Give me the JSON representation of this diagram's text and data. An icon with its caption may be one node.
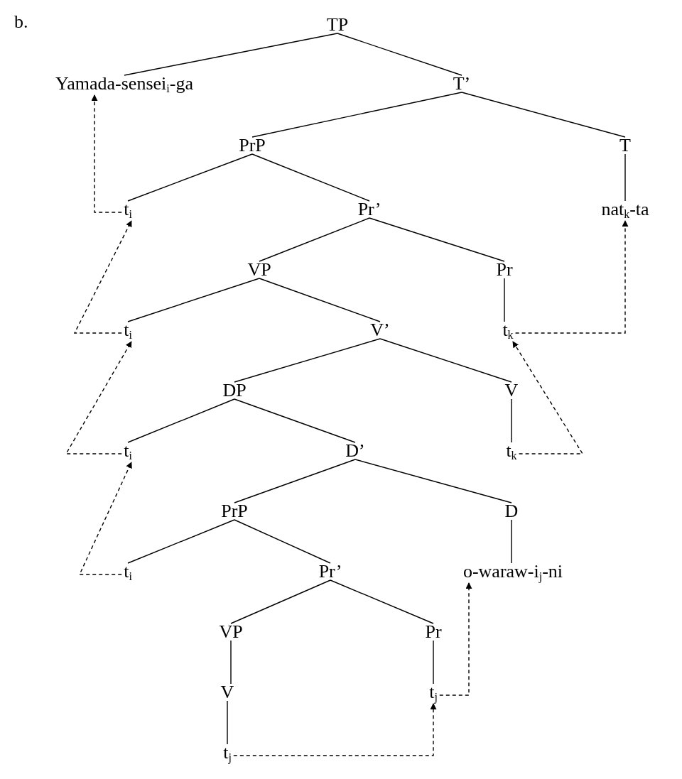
{
  "diagram": {
    "nodes": [
      {
        "text": [
          "TP"
        ]
      },
      {
        "text": [
          "Yamada-sensei$_{i}$-ga"
        ]
      },
      {
        "text": [
          "T’"
        ]
      },
      {
        "text": [
          "PrP"
        ]
      },
      {
        "text": [
          "T"
        ]
      },
      {
        "text": [
          "t$_{i}$"
        ]
      },
      {
        "text": [
          "Pr’"
        ]
      },
      {
        "text": [
          "nat$_{k}$-ta"
        ]
      },
      {
        "text": [
          "VP"
        ]
      },
      {
        "text": [
          "Pr"
        ]
      },
      {
        "text": [
          "t$_{i}$"
        ]
      },
      {
        "text": [
          "V’"
        ]
      },
      {
        "text": [
          "t$_{k}$"
        ]
      },
      {
        "text": [
          "DP"
        ]
      },
      {
        "text": [
          "V"
        ]
      },
      {
        "text": [
          "t$_{i}$"
        ]
      },
      {
        "text": [
          "D’"
        ]
      },
      {
        "text": [
          "t$_{k}$"
        ]
      },
      {
        "text": [
          "PrP"
        ]
      },
      {
        "text": [
          "D"
        ]
      },
      {
        "text": [
          "t$_{i}$"
        ]
      },
      {
        "text": [
          "Pr’"
        ]
      },
      {
        "text": [
          "o-waraw-i$_{j}$-ni"
        ]
      },
      {
        "text": [
          "VP"
        ]
      },
      {
        "text": [
          "Pr"
        ]
      },
      {
        "text": [
          "V"
        ]
      },
      {
        "text": [
          "t$_{j}$"
        ]
      },
      {
        "text": [
          "t$_{j}$"
        ]
      }
    ],
    "edges": [
      {
        "from": 0,
        "to": 1,
        "arrow": "none"
      },
      {
        "from": 0,
        "to": 2,
        "arrow": "none"
      },
      {
        "from": 2,
        "to": 3,
        "arrow": "none"
      },
      {
        "from": 2,
        "to": 4,
        "arrow": "none"
      },
      {
        "from": 3,
        "to": 5,
        "arrow": "none"
      },
      {
        "from": 3,
        "to": 6,
        "arrow": "none"
      },
      {
        "from": 4,
        "to": 7,
        "arrow": "none"
      },
      {
        "from": 6,
        "to": 8,
        "arrow": "none"
      },
      {
        "from": 6,
        "to": 9,
        "arrow": "none"
      },
      {
        "from": 8,
        "to": 10,
        "arrow": "none"
      },
      {
        "from": 8,
        "to": 11,
        "arrow": "none"
      },
      {
        "from": 9,
        "to": 12,
        "arrow": "none"
      },
      {
        "from": 11,
        "to": 13,
        "arrow": "none"
      },
      {
        "from": 11,
        "to": 14,
        "arrow": "none"
      },
      {
        "from": 13,
        "to": 15,
        "arrow": "none"
      },
      {
        "from": 13,
        "to": 16,
        "arrow": "none"
      },
      {
        "from": 14,
        "to": 17,
        "arrow": "none"
      },
      {
        "from": 16,
        "to": 18,
        "arrow": "none"
      },
      {
        "from": 16,
        "to": 19,
        "arrow": "none"
      },
      {
        "from": 18,
        "to": 20,
        "arrow": "none"
      },
      {
        "from": 18,
        "to": 21,
        "arrow": "none"
      },
      {
        "from": 19,
        "to": 22,
        "arrow": "none"
      },
      {
        "from": 21,
        "to": 23,
        "arrow": "none"
      },
      {
        "from": 21,
        "to": 24,
        "arrow": "none"
      },
      {
        "from": 23,
        "to": 25,
        "arrow": "none"
      },
      {
        "from": 24,
        "to": 26,
        "arrow": "none"
      },
      {
        "from": 25,
        "to": 27,
        "arrow": "none"
      },
      {
        "from": 5,
        "to": 1,
        "arrow": "to",
        "style": "dashed"
      },
      {
        "from": 10,
        "to": 5,
        "arrow": "to",
        "style": "dashed"
      },
      {
        "from": 15,
        "to": 10,
        "arrow": "to",
        "style": "dashed"
      },
      {
        "from": 20,
        "to": 15,
        "arrow": "to",
        "style": "dashed"
      },
      {
        "from": 12,
        "to": 7,
        "arrow": "to",
        "style": "dashed"
      },
      {
        "from": 17,
        "to": 12,
        "arrow": "to",
        "style": "dashed"
      },
      {
        "from": 27,
        "to": 26,
        "arrow": "to",
        "style": "dashed"
      },
      {
        "from": 26,
        "to": 22,
        "arrow": "to",
        "style": "dashed"
      }
    ],
    "labels": [
      "b."
    ]
  }
}
